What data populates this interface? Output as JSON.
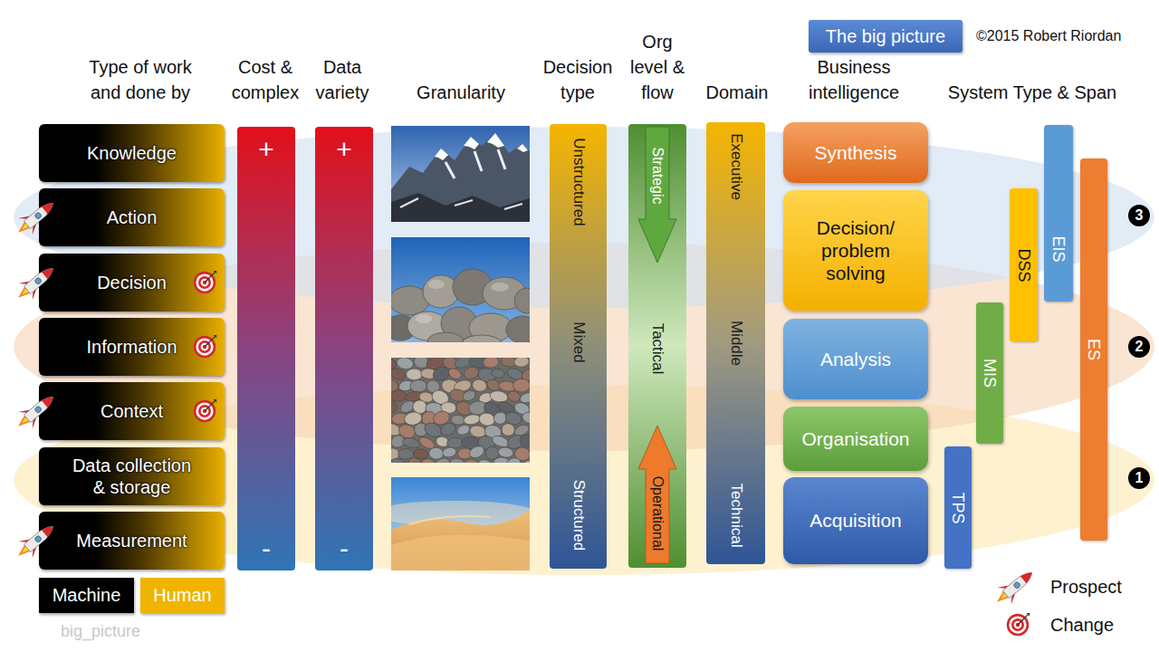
{
  "diagram": {
    "title": "The big picture",
    "nodes": [
      {
        "text": [
          "Knowledge"
        ]
      },
      {
        "text": [
          "Action"
        ]
      },
      {
        "text": [
          "Decision"
        ]
      },
      {
        "text": [
          "Information"
        ]
      },
      {
        "text": [
          "Context"
        ]
      },
      {
        "text": [
          "Data collection & storage"
        ]
      },
      {
        "text": [
          "Measurement"
        ]
      },
      {
        "text": [
          "+",
          "-"
        ]
      },
      {
        "text": [
          "+",
          "-"
        ]
      },
      {
        "text": [
          "Unstructured",
          "Mixed",
          "Structured"
        ]
      },
      {
        "text": [
          "Tactical"
        ]
      },
      {
        "text": [
          "Strategic"
        ],
        "in": 10
      },
      {
        "text": [
          "Operational"
        ],
        "in": 10
      },
      {
        "text": [
          "Executive",
          "Middle",
          "Technical"
        ]
      },
      {
        "text": [
          "Synthesis"
        ]
      },
      {
        "text": [
          "Decision/ problem solving"
        ]
      },
      {
        "text": [
          "Analysis"
        ]
      },
      {
        "text": [
          "Organisation"
        ]
      },
      {
        "text": [
          "Acquisition"
        ]
      },
      {
        "text": [
          "TPS"
        ]
      },
      {
        "text": [
          "MIS"
        ]
      },
      {
        "text": [
          "DSS"
        ]
      },
      {
        "text": [
          "EIS"
        ]
      },
      {
        "text": [
          "ES"
        ]
      }
    ],
    "labels": [
      "Type of work and done by",
      "Cost & complex",
      "Data variety",
      "Granularity",
      "Decision type",
      "Org level & flow",
      "Domain",
      "Business intelligence",
      "System Type & Span",
      "©2015 Robert Riordan",
      "3",
      "2",
      "1",
      "big_picture"
    ],
    "legend": [
      {
        "text": "Machine",
        "color": "#000000"
      },
      {
        "text": "Human",
        "color": "#f0b400"
      },
      {
        "text": "Prospect"
      },
      {
        "text": "Change"
      }
    ]
  }
}
